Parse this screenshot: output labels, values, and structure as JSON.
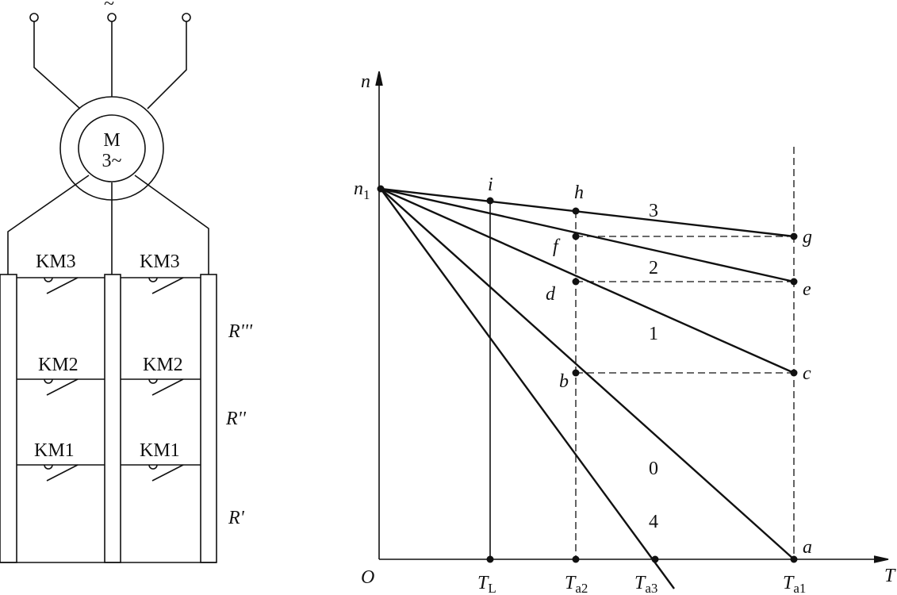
{
  "circuit": {
    "supply_symbol": "~",
    "motor_label": "M",
    "motor_phase": "3~",
    "contactors": [
      "KM3",
      "KM3",
      "KM2",
      "KM2",
      "KM1",
      "KM1"
    ],
    "resistors": [
      "R'''",
      "R''",
      "R'"
    ]
  },
  "graph": {
    "y_axis": "n",
    "x_axis": "T",
    "origin": "O",
    "n1": "n",
    "n1_sub": "1",
    "points": [
      "i",
      "h",
      "g",
      "f",
      "e",
      "d",
      "c",
      "b",
      "a"
    ],
    "curve_labels": [
      "3",
      "2",
      "1",
      "0",
      "4"
    ],
    "ticks": [
      {
        "main": "T",
        "sub": "L"
      },
      {
        "main": "T",
        "sub": "a2"
      },
      {
        "main": "T",
        "sub": "a3"
      },
      {
        "main": "T",
        "sub": "a1"
      }
    ]
  }
}
